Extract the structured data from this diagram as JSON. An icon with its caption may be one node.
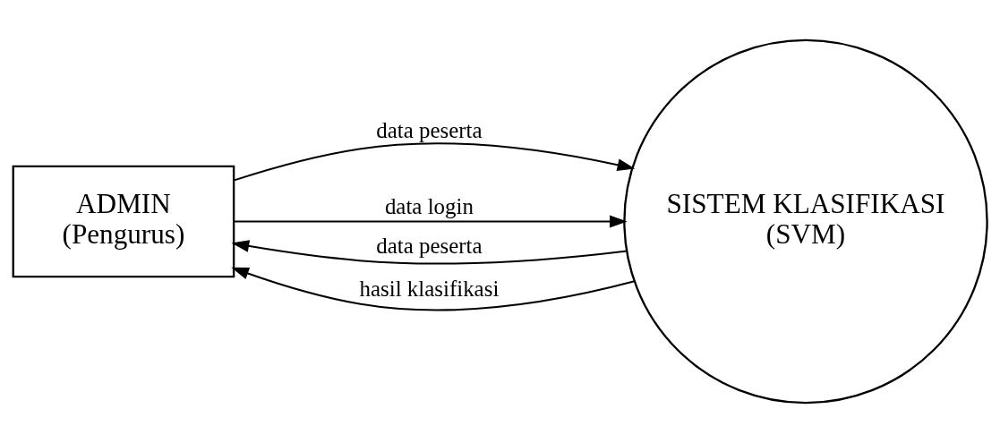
{
  "diagram": {
    "nodes": [
      {
        "text": [
          "ADMIN",
          "(Pengurus)"
        ]
      },
      {
        "text": [
          "SISTEM KLASIFIKASI",
          "(SVM)"
        ]
      }
    ],
    "edges": [
      {
        "from": 0,
        "to": 1,
        "arrow": "to",
        "label": "data peserta"
      },
      {
        "from": 0,
        "to": 1,
        "arrow": "to",
        "label": "data login"
      },
      {
        "from": 1,
        "to": 0,
        "arrow": "to",
        "label": "data peserta"
      },
      {
        "from": 1,
        "to": 0,
        "arrow": "to",
        "label": "hasil klasifikasi"
      }
    ]
  }
}
